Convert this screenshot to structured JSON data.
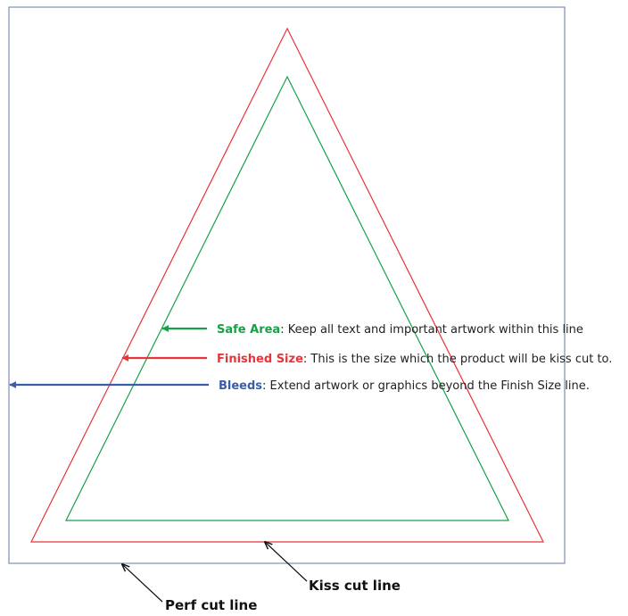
{
  "colors": {
    "bleed": "#3a5da8",
    "finished": "#e8353b",
    "safe": "#18a048",
    "text": "#222222",
    "callout": "#111111",
    "frame": "#7b8fb8"
  },
  "legend": {
    "safe": {
      "term": "Safe Area",
      "desc": ": Keep all text and important artwork within this line"
    },
    "finished": {
      "term": "Finished Size",
      "desc": ": This is the size which the product will be kiss cut to."
    },
    "bleeds": {
      "term": "Bleeds",
      "desc": ": Extend artwork or graphics beyond the Finish Size line."
    }
  },
  "callouts": {
    "kiss": "Kiss cut line",
    "perf": "Perf cut line"
  }
}
